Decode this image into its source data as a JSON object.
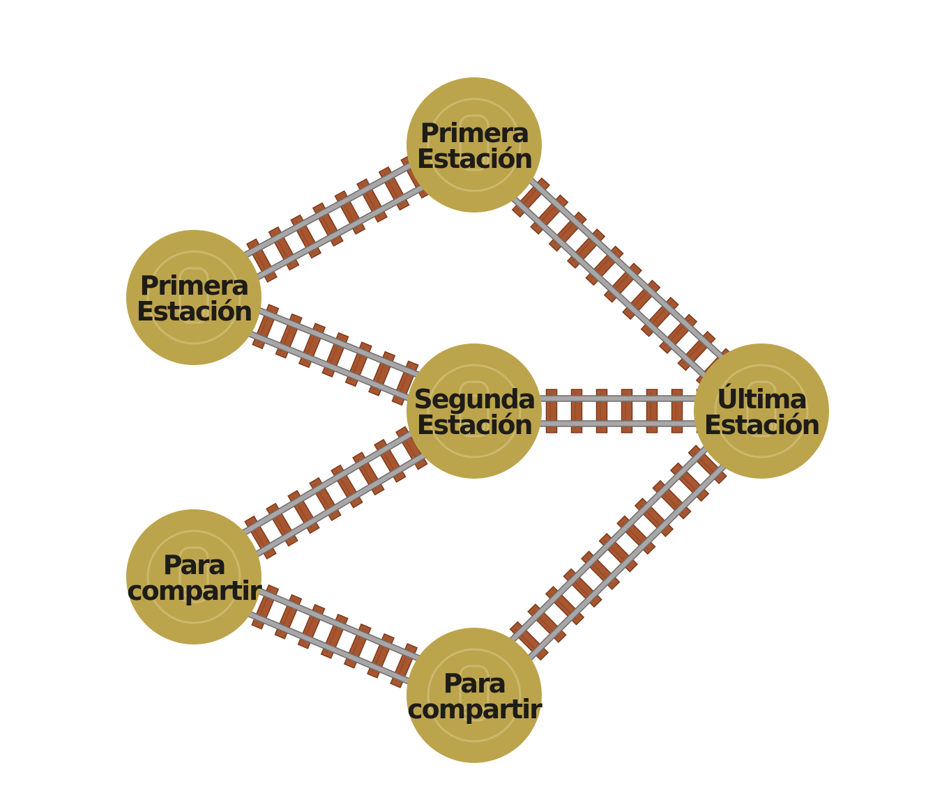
{
  "colors": {
    "station_fill": "#bca44c",
    "station_emblem": "#d9c98a",
    "rail": "#a8a6a6",
    "rail_edge": "#6f6c6c",
    "tie": "#a8562f",
    "tie_dark": "#7a3a1d",
    "label": "#1e1c18"
  },
  "stations": [
    {
      "id": "first-top",
      "lines": [
        "Primera",
        "Estación"
      ]
    },
    {
      "id": "first-left",
      "lines": [
        "Primera",
        "Estación"
      ]
    },
    {
      "id": "second",
      "lines": [
        "Segunda",
        "Estación"
      ]
    },
    {
      "id": "last",
      "lines": [
        "Última",
        "Estación"
      ]
    },
    {
      "id": "share-left",
      "lines": [
        "Para",
        "compartir"
      ]
    },
    {
      "id": "share-bottom",
      "lines": [
        "Para",
        "compartir"
      ]
    }
  ],
  "tracks": [
    {
      "from": "first-left",
      "to": "first-top"
    },
    {
      "from": "first-top",
      "to": "last"
    },
    {
      "from": "first-left",
      "to": "second"
    },
    {
      "from": "second",
      "to": "last"
    },
    {
      "from": "share-left",
      "to": "second"
    },
    {
      "from": "share-left",
      "to": "share-bottom"
    },
    {
      "from": "share-bottom",
      "to": "last"
    }
  ]
}
